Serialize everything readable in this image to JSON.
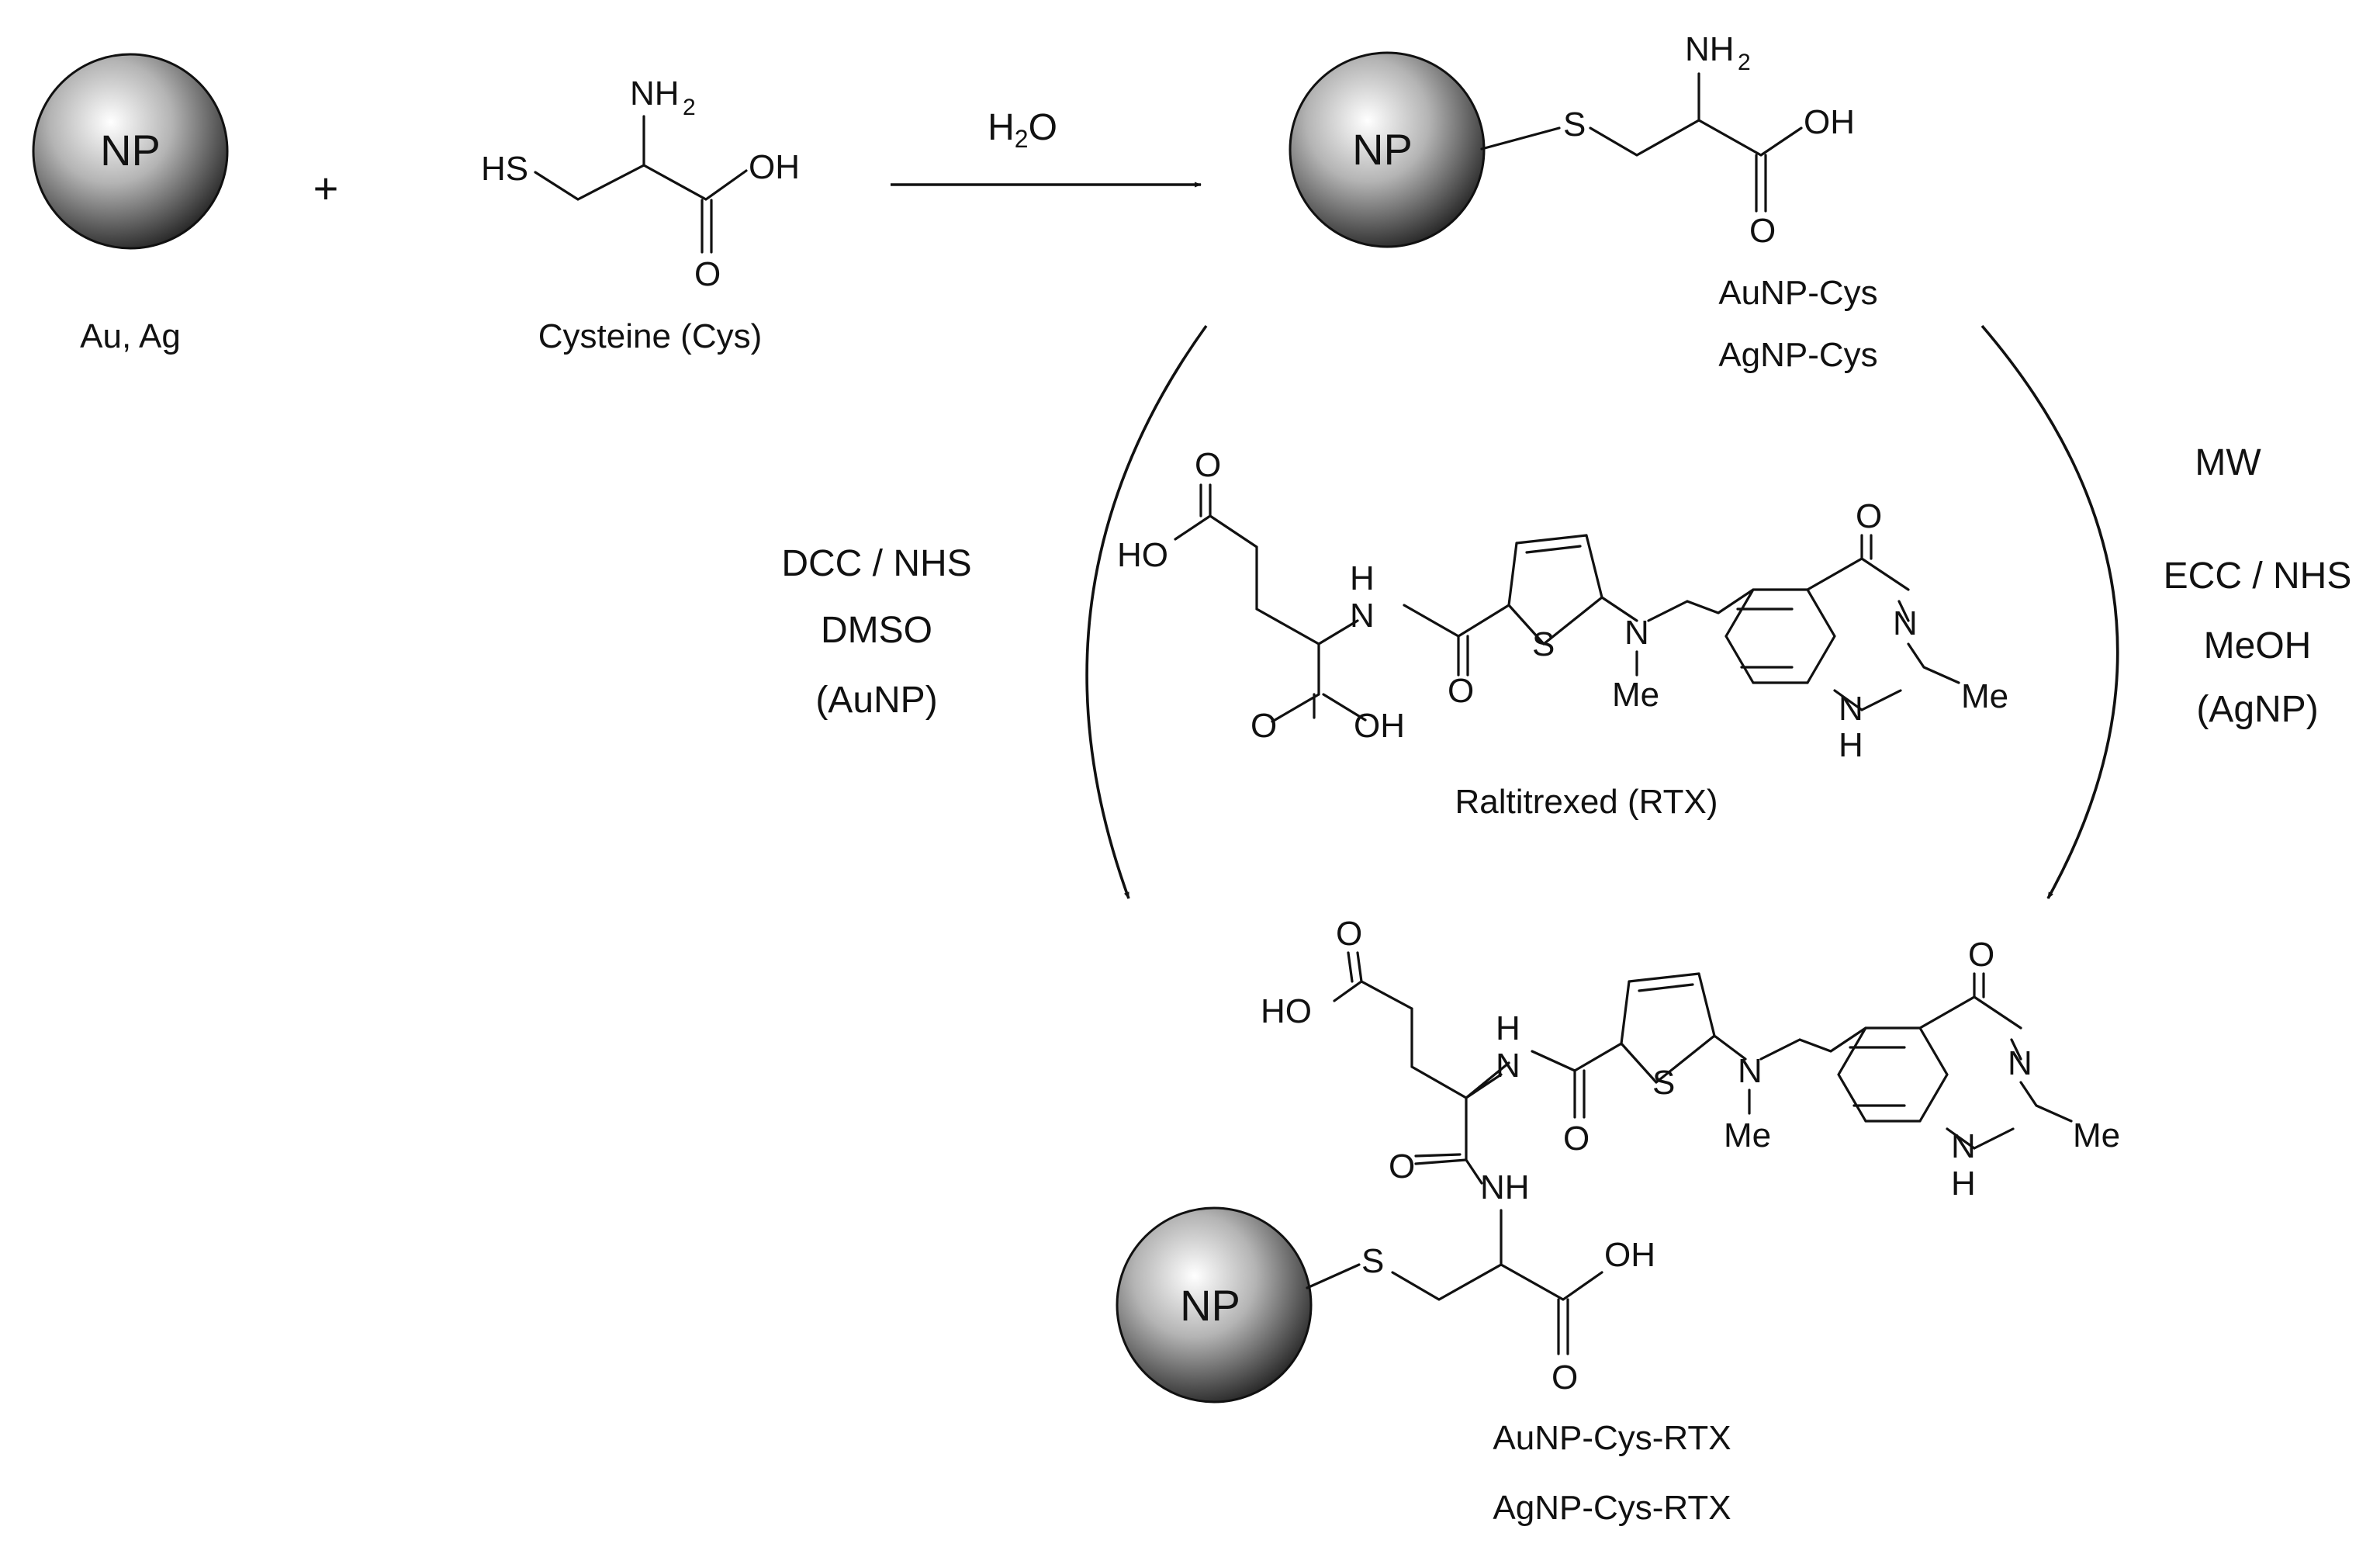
{
  "particle": {
    "label": "NP",
    "metals": "Au, Ag"
  },
  "reagent": {
    "name": "Cysteine (Cys)",
    "plus": "+"
  },
  "step1": {
    "solvent_main": "H",
    "solvent_sub": "2",
    "solvent_tail": "O"
  },
  "product1": {
    "lines": [
      "AuNP-Cys",
      "AgNP-Cys"
    ]
  },
  "left_conditions": [
    "DCC / NHS",
    "DMSO",
    "(AuNP)"
  ],
  "right_conditions": [
    "MW",
    "ECC / NHS",
    "MeOH",
    "(AgNP)"
  ],
  "drug": {
    "name": "Raltitrexed (RTX)"
  },
  "product2": {
    "lines": [
      "AuNP-Cys-RTX",
      "AgNP-Cys-RTX"
    ]
  },
  "atoms": {
    "NH": "NH",
    "H2": "2",
    "OH": "OH",
    "HO": "HO",
    "O": "O",
    "S": "S",
    "HS": "HS",
    "H": "H",
    "N": "N",
    "Me": "Me",
    "NH_amide": "NH"
  },
  "colors": {
    "sphere_light": "#ffffff",
    "sphere_mid": "#b4b4b4",
    "sphere_dark": "#202020",
    "ink": "#111111"
  }
}
